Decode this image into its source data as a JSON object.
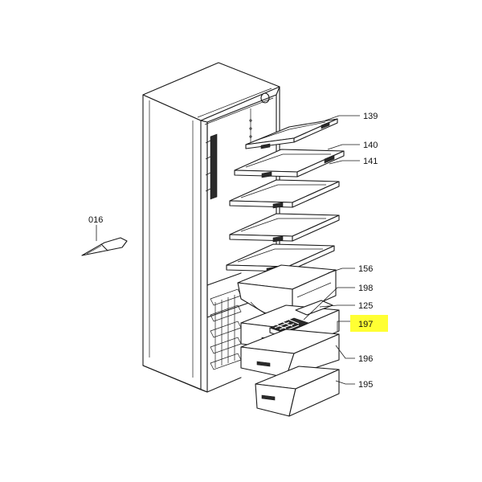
{
  "labels": {
    "p016": "016",
    "p139": "139",
    "p140": "140",
    "p141": "141",
    "p156": "156",
    "p198": "198",
    "p125": "125",
    "p197": "197",
    "p196": "196",
    "p195": "195"
  },
  "highlight": {
    "part": "197",
    "color": "#ffff33"
  }
}
